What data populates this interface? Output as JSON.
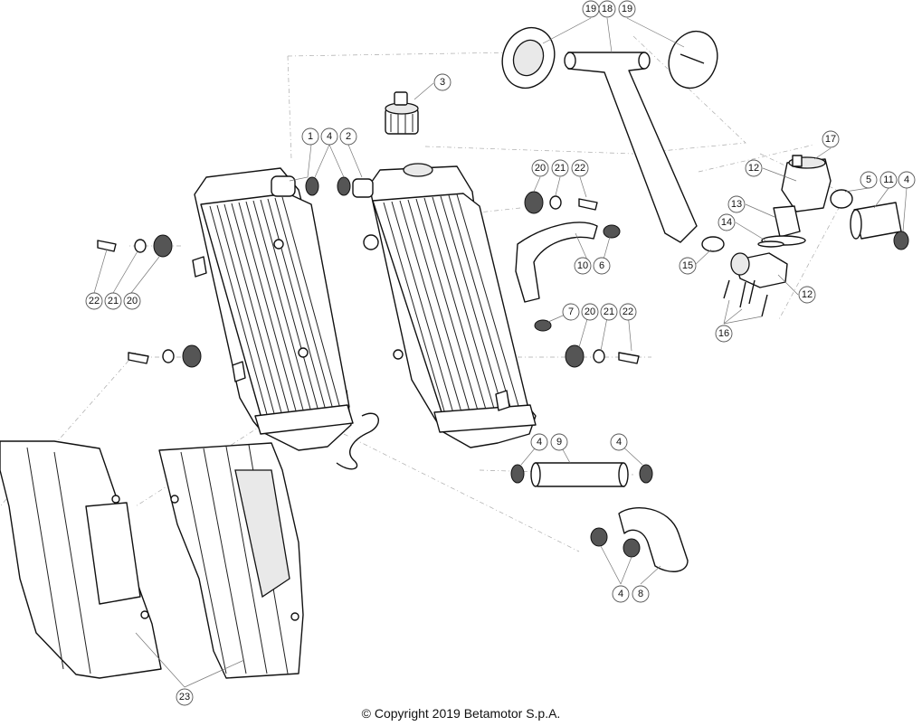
{
  "copyright": "© Copyright 2019 Betamotor S.p.A.",
  "callouts": [
    "19",
    "18",
    "19",
    "3",
    "1",
    "4",
    "2",
    "17",
    "20",
    "21",
    "22",
    "12",
    "5",
    "11",
    "4",
    "13",
    "14",
    "15",
    "10",
    "6",
    "12",
    "16",
    "7",
    "20",
    "21",
    "22",
    "22",
    "21",
    "20",
    "4",
    "9",
    "4",
    "4",
    "8",
    "23"
  ],
  "icons": {
    "radiator_left": "radiator-icon",
    "radiator_right": "radiator-icon",
    "shroud": "radiator-shroud-icon",
    "guard": "radiator-guard-icon",
    "clamp": "hose-clamp-icon",
    "hose": "coolant-hose-icon",
    "thermostat": "thermostat-housing-icon",
    "cap": "radiator-cap-icon"
  },
  "colors": {
    "line": "#111111",
    "leader": "#777777",
    "background": "#ffffff"
  }
}
